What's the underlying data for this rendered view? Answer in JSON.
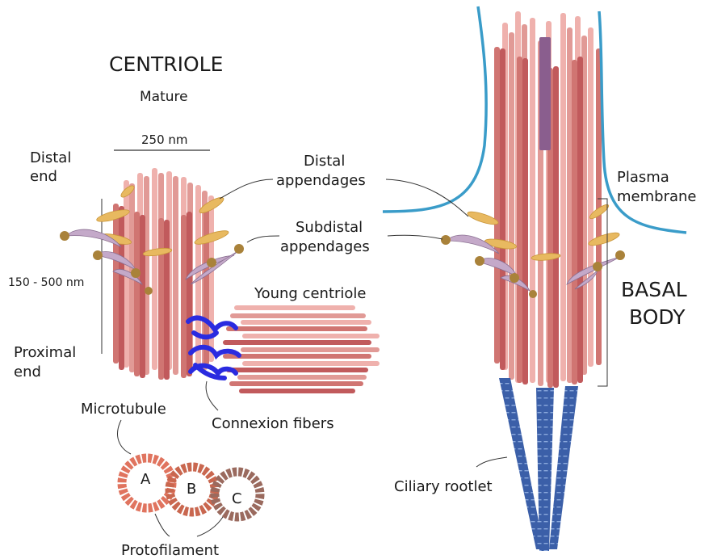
{
  "centriole": {
    "title": "CENTRIOLE",
    "subtitle": "Mature",
    "width_label": "250 nm",
    "length_label": "150 - 500 nm",
    "distal_end": [
      "Distal",
      "end"
    ],
    "proximal_end": [
      "Proximal",
      "end"
    ],
    "young_centriole": "Young centriole",
    "connexion_fibers": "Connexion fibers",
    "microtubule": "Microtubule",
    "triplet": {
      "a": "A",
      "b": "B",
      "c": "C"
    },
    "protofilament": "Protofilament"
  },
  "appendages": {
    "distal": [
      "Distal",
      "appendages"
    ],
    "subdistal": [
      "Subdistal",
      "appendages"
    ]
  },
  "basal_body": {
    "plasma_membrane": [
      "Plasma",
      "membrane"
    ],
    "title": [
      "BASAL",
      "BODY"
    ],
    "ciliary_rootlet": "Ciliary rootlet"
  },
  "colors": {
    "microtubule": "#d97a78",
    "microtubule_light": "#efb1ad",
    "microtubule_dark": "#c15a5c",
    "distal_appendage": "#e8b960",
    "subdistal_ball": "#a9823a",
    "subdistal_arm": "#b69bbd",
    "connexion": "#2a2be0",
    "membrane": "#3a9cc9",
    "rootlet": "#3b5fa8",
    "axoneme_rod": "#8a5e8e",
    "tubule_a": "#e0745f",
    "tubule_b": "#c9674f",
    "tubule_c": "#9a6a5e"
  }
}
